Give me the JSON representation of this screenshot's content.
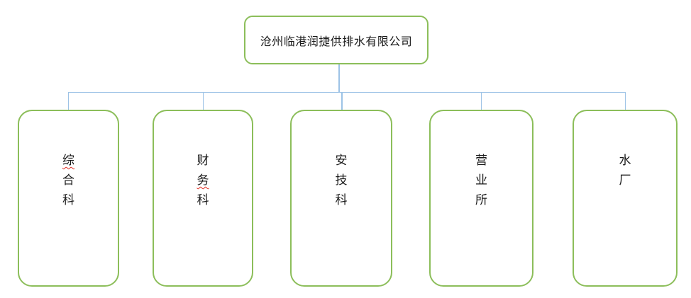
{
  "org": {
    "root": {
      "label": "沧州临港润捷供排水有限公司"
    },
    "children": [
      {
        "label": "综合科",
        "chars": [
          {
            "ch": "综",
            "spellcheck_squiggle": true
          },
          {
            "ch": "合",
            "spellcheck_squiggle": false
          },
          {
            "ch": "科",
            "spellcheck_squiggle": false
          }
        ]
      },
      {
        "label": "财务科",
        "chars": [
          {
            "ch": "财",
            "spellcheck_squiggle": false
          },
          {
            "ch": "务",
            "spellcheck_squiggle": true
          },
          {
            "ch": "科",
            "spellcheck_squiggle": false
          }
        ]
      },
      {
        "label": "安技科",
        "chars": [
          {
            "ch": "安",
            "spellcheck_squiggle": false
          },
          {
            "ch": "技",
            "spellcheck_squiggle": false
          },
          {
            "ch": "科",
            "spellcheck_squiggle": false
          }
        ]
      },
      {
        "label": "营业所",
        "chars": [
          {
            "ch": "营",
            "spellcheck_squiggle": false
          },
          {
            "ch": "业",
            "spellcheck_squiggle": false
          },
          {
            "ch": "所",
            "spellcheck_squiggle": false
          }
        ]
      },
      {
        "label": "水厂",
        "chars": [
          {
            "ch": "水",
            "spellcheck_squiggle": false
          },
          {
            "ch": "厂",
            "spellcheck_squiggle": false
          }
        ]
      }
    ]
  },
  "colors": {
    "box_border": "#8CBE5A",
    "connector": "#9DC3E6",
    "spellcheck_underline": "#E02B20",
    "text": "#1A1A1A",
    "background": "#FFFFFF"
  }
}
